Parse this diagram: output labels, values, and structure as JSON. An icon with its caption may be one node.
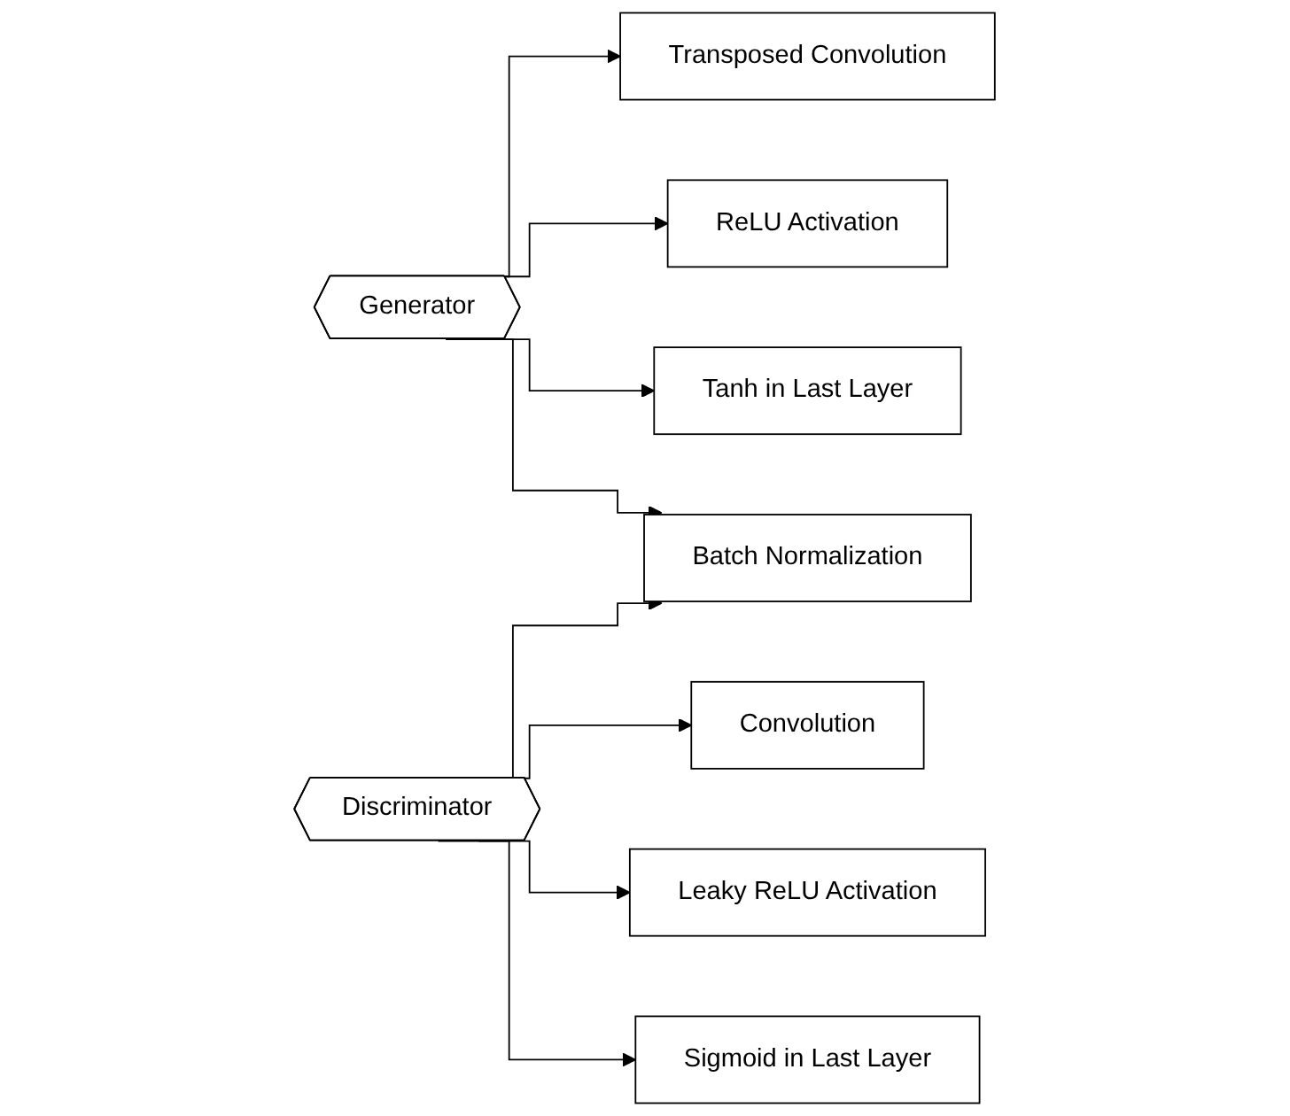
{
  "diagram": {
    "nodes": [
      {
        "text": [
          "Transposed Convolution"
        ]
      },
      {
        "text": [
          "ReLU Activation"
        ]
      },
      {
        "text": [
          "Generator"
        ]
      },
      {
        "text": [
          "Tanh in Last Layer"
        ]
      },
      {
        "text": [
          "Batch Normalization"
        ]
      },
      {
        "text": [
          "Convolution"
        ]
      },
      {
        "text": [
          "Leaky ReLU Activation"
        ]
      },
      {
        "text": [
          "Discriminator"
        ]
      },
      {
        "text": [
          "Sigmoid in Last Layer"
        ]
      }
    ],
    "edges": [
      {
        "from": 2,
        "to": 0,
        "arrow": "to"
      },
      {
        "from": 2,
        "to": 1,
        "arrow": "to"
      },
      {
        "from": 2,
        "to": 3,
        "arrow": "to"
      },
      {
        "from": 2,
        "to": 4,
        "arrow": "to"
      },
      {
        "from": 7,
        "to": 4,
        "arrow": "to"
      },
      {
        "from": 7,
        "to": 5,
        "arrow": "to"
      },
      {
        "from": 7,
        "to": 6,
        "arrow": "to"
      },
      {
        "from": 7,
        "to": 8,
        "arrow": "to"
      }
    ]
  }
}
